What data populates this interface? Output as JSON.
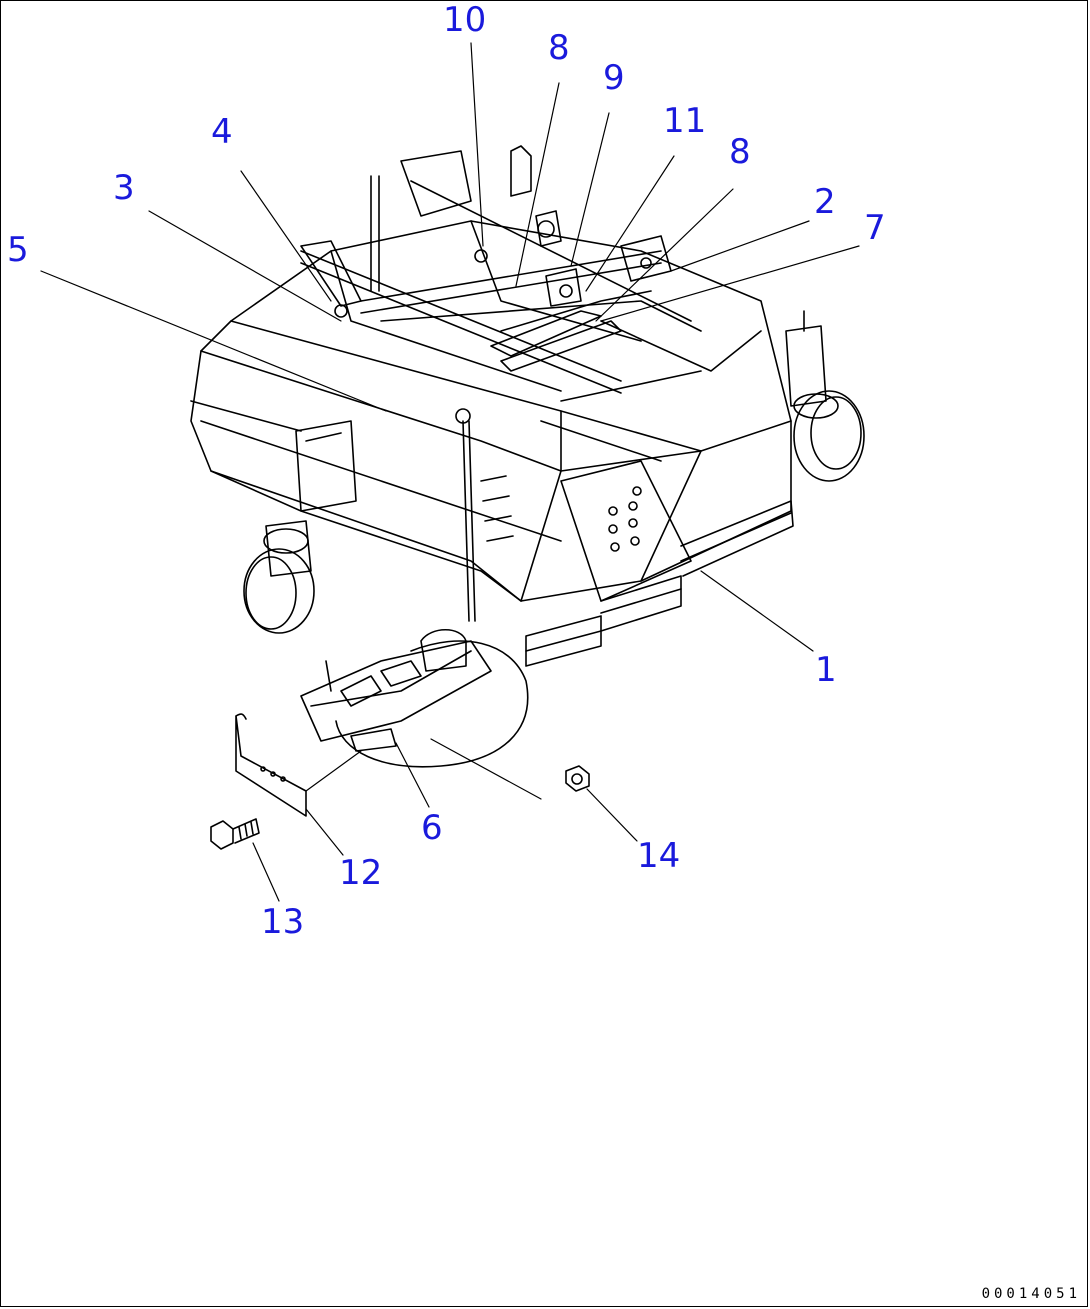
{
  "drawing": {
    "id": "00014051",
    "colors": {
      "callout": "#1a1adc",
      "line": "#000000",
      "background": "#ffffff"
    },
    "callouts": [
      "10",
      "8",
      "9",
      "4",
      "11",
      "8",
      "3",
      "2",
      "7",
      "5",
      "1",
      "6",
      "12",
      "14",
      "13"
    ]
  }
}
